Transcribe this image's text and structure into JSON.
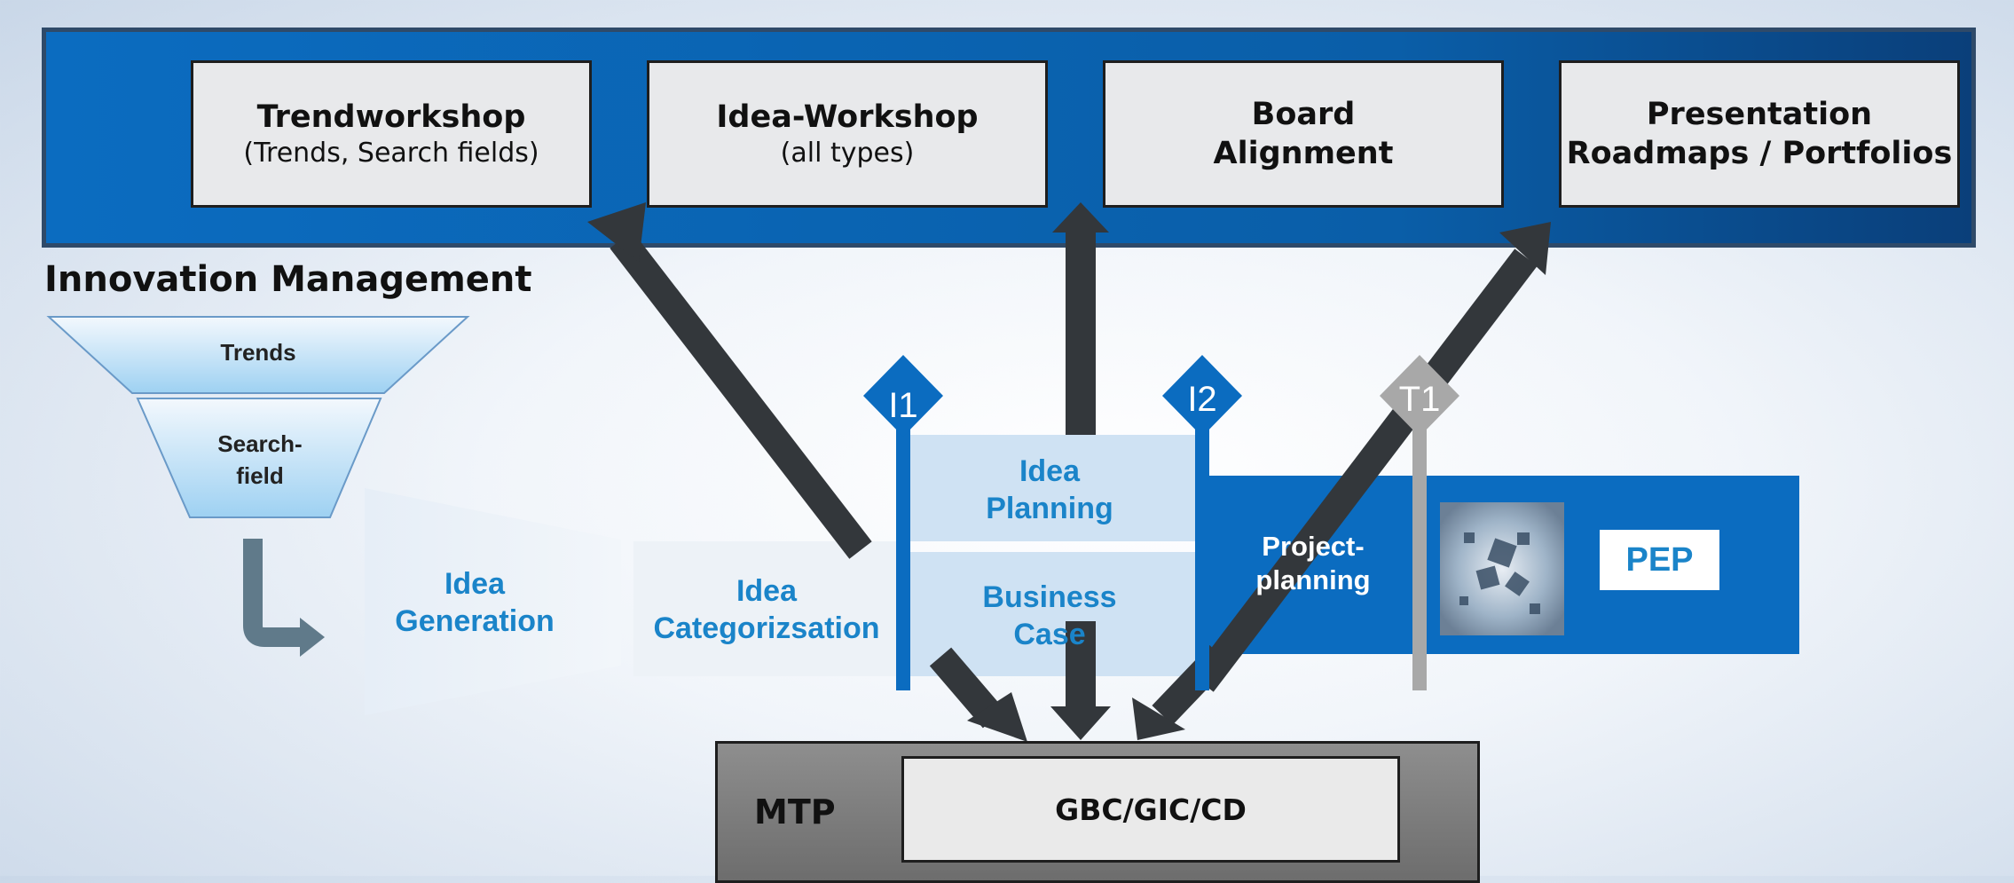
{
  "top_bar": {
    "boxes": [
      {
        "title": "Trendworkshop",
        "subtitle": "(Trends, Search fields)"
      },
      {
        "title": "Idea-Workshop",
        "subtitle": "(all types)"
      },
      {
        "title": "Board",
        "subtitle": "Alignment"
      },
      {
        "title": "Presentation",
        "subtitle": "Roadmaps / Portfolios"
      }
    ]
  },
  "innovation_management": {
    "title": "Innovation Management",
    "funnel": {
      "top": "Trends",
      "bottom_line1": "Search-",
      "bottom_line2": "field"
    }
  },
  "stages": {
    "idea_generation": {
      "line1": "Idea",
      "line2": "Generation"
    },
    "idea_categorization": {
      "line1": "Idea",
      "line2": "Categorizsation"
    },
    "idea_planning": {
      "line1": "Idea",
      "line2": "Planning"
    },
    "business_case": {
      "line1": "Business",
      "line2": "Case"
    },
    "project_planning": {
      "line1": "Project-",
      "line2": "planning"
    },
    "pep": "PEP"
  },
  "gates": {
    "i1": "I1",
    "i2": "I2",
    "t1": "T1"
  },
  "mtp": {
    "label": "MTP",
    "inner": "GBC/GIC/CD"
  },
  "colors": {
    "blue_bar": "#0b6cc0",
    "stage_text_blue": "#1a84c9",
    "dark_arrow": "#33373b",
    "gate_gray": "#a8a8a8",
    "light_blue_panel": "#cfe2f3"
  },
  "icons": {
    "pep_image": "cube-network-image",
    "flow_arrow": "bent-arrow-icon"
  }
}
